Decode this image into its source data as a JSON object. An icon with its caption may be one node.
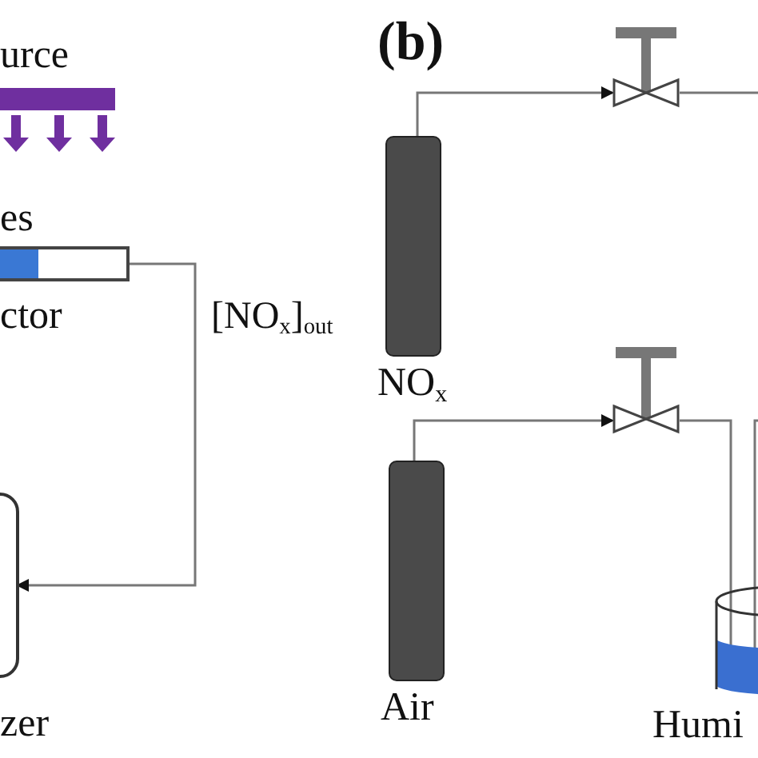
{
  "diagram": {
    "nodes": [
      {
        "text": [
          "urce"
        ]
      },
      {
        "text": [
          "es",
          "ctor"
        ]
      },
      {
        "text": [
          "zer"
        ]
      },
      {
        "text": [
          "NO$_{x}$"
        ]
      },
      {
        "text": [],
        "shape": "valve"
      },
      {
        "text": [
          "Air"
        ]
      },
      {
        "text": [],
        "shape": "valve"
      },
      {
        "text": [
          "Humi"
        ]
      }
    ],
    "edges": [
      {
        "from": 1,
        "to": 2,
        "arrow": "to",
        "label": "[NO$_{x}$]$_{out}$"
      },
      {
        "from": 3,
        "to": 4,
        "arrow": "to"
      },
      {
        "from": 4,
        "to": null,
        "arrow": "none"
      },
      {
        "from": 5,
        "to": 6,
        "arrow": "to"
      },
      {
        "from": 6,
        "to": 7,
        "arrow": "to"
      },
      {
        "from": 7,
        "to": null,
        "arrow": "none"
      }
    ],
    "labels": [
      "(b)"
    ]
  }
}
